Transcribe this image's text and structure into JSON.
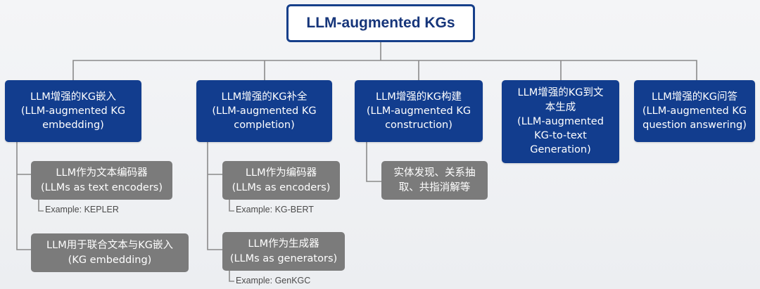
{
  "root": {
    "title": "LLM-augmented KGs"
  },
  "categories": [
    {
      "line1": "LLM增强的KG嵌入",
      "line2": "(LLM-augmented KG",
      "line3": "embedding)",
      "line4": ""
    },
    {
      "line1": "LLM增强的KG补全",
      "line2": "(LLM-augmented KG",
      "line3": "completion)",
      "line4": ""
    },
    {
      "line1": "LLM增强的KG构建",
      "line2": "(LLM-augmented KG",
      "line3": "construction)",
      "line4": ""
    },
    {
      "line1": "LLM增强的KG到文",
      "line2": "本生成",
      "line3": "(LLM-augmented",
      "line4": "KG-to-text",
      "line5": "Generation)"
    },
    {
      "line1": "LLM增强的KG问答",
      "line2": "(LLM-augmented KG",
      "line3": "question answering)",
      "line4": ""
    }
  ],
  "subs": [
    {
      "line1": "LLM作为文本编码器",
      "line2": "(LLMs as text encoders)",
      "example": "Example: KEPLER"
    },
    {
      "line1": "LLM用于联合文本与KG嵌入",
      "line2": "(KG embedding)",
      "example": ""
    },
    {
      "line1": "LLM作为编码器",
      "line2": "(LLMs as encoders)",
      "example": "Example: KG-BERT"
    },
    {
      "line1": "LLM作为生成器",
      "line2": "(LLMs as generators)",
      "example": "Example: GenKGC"
    },
    {
      "line1": "实体发现、关系抽",
      "line2": "取、共指消解等",
      "example": ""
    }
  ],
  "colors": {
    "category_bg": "#123d8e",
    "sub_bg": "#7b7b7b",
    "line": "#8a8a8a",
    "root_border": "#163f8a"
  }
}
